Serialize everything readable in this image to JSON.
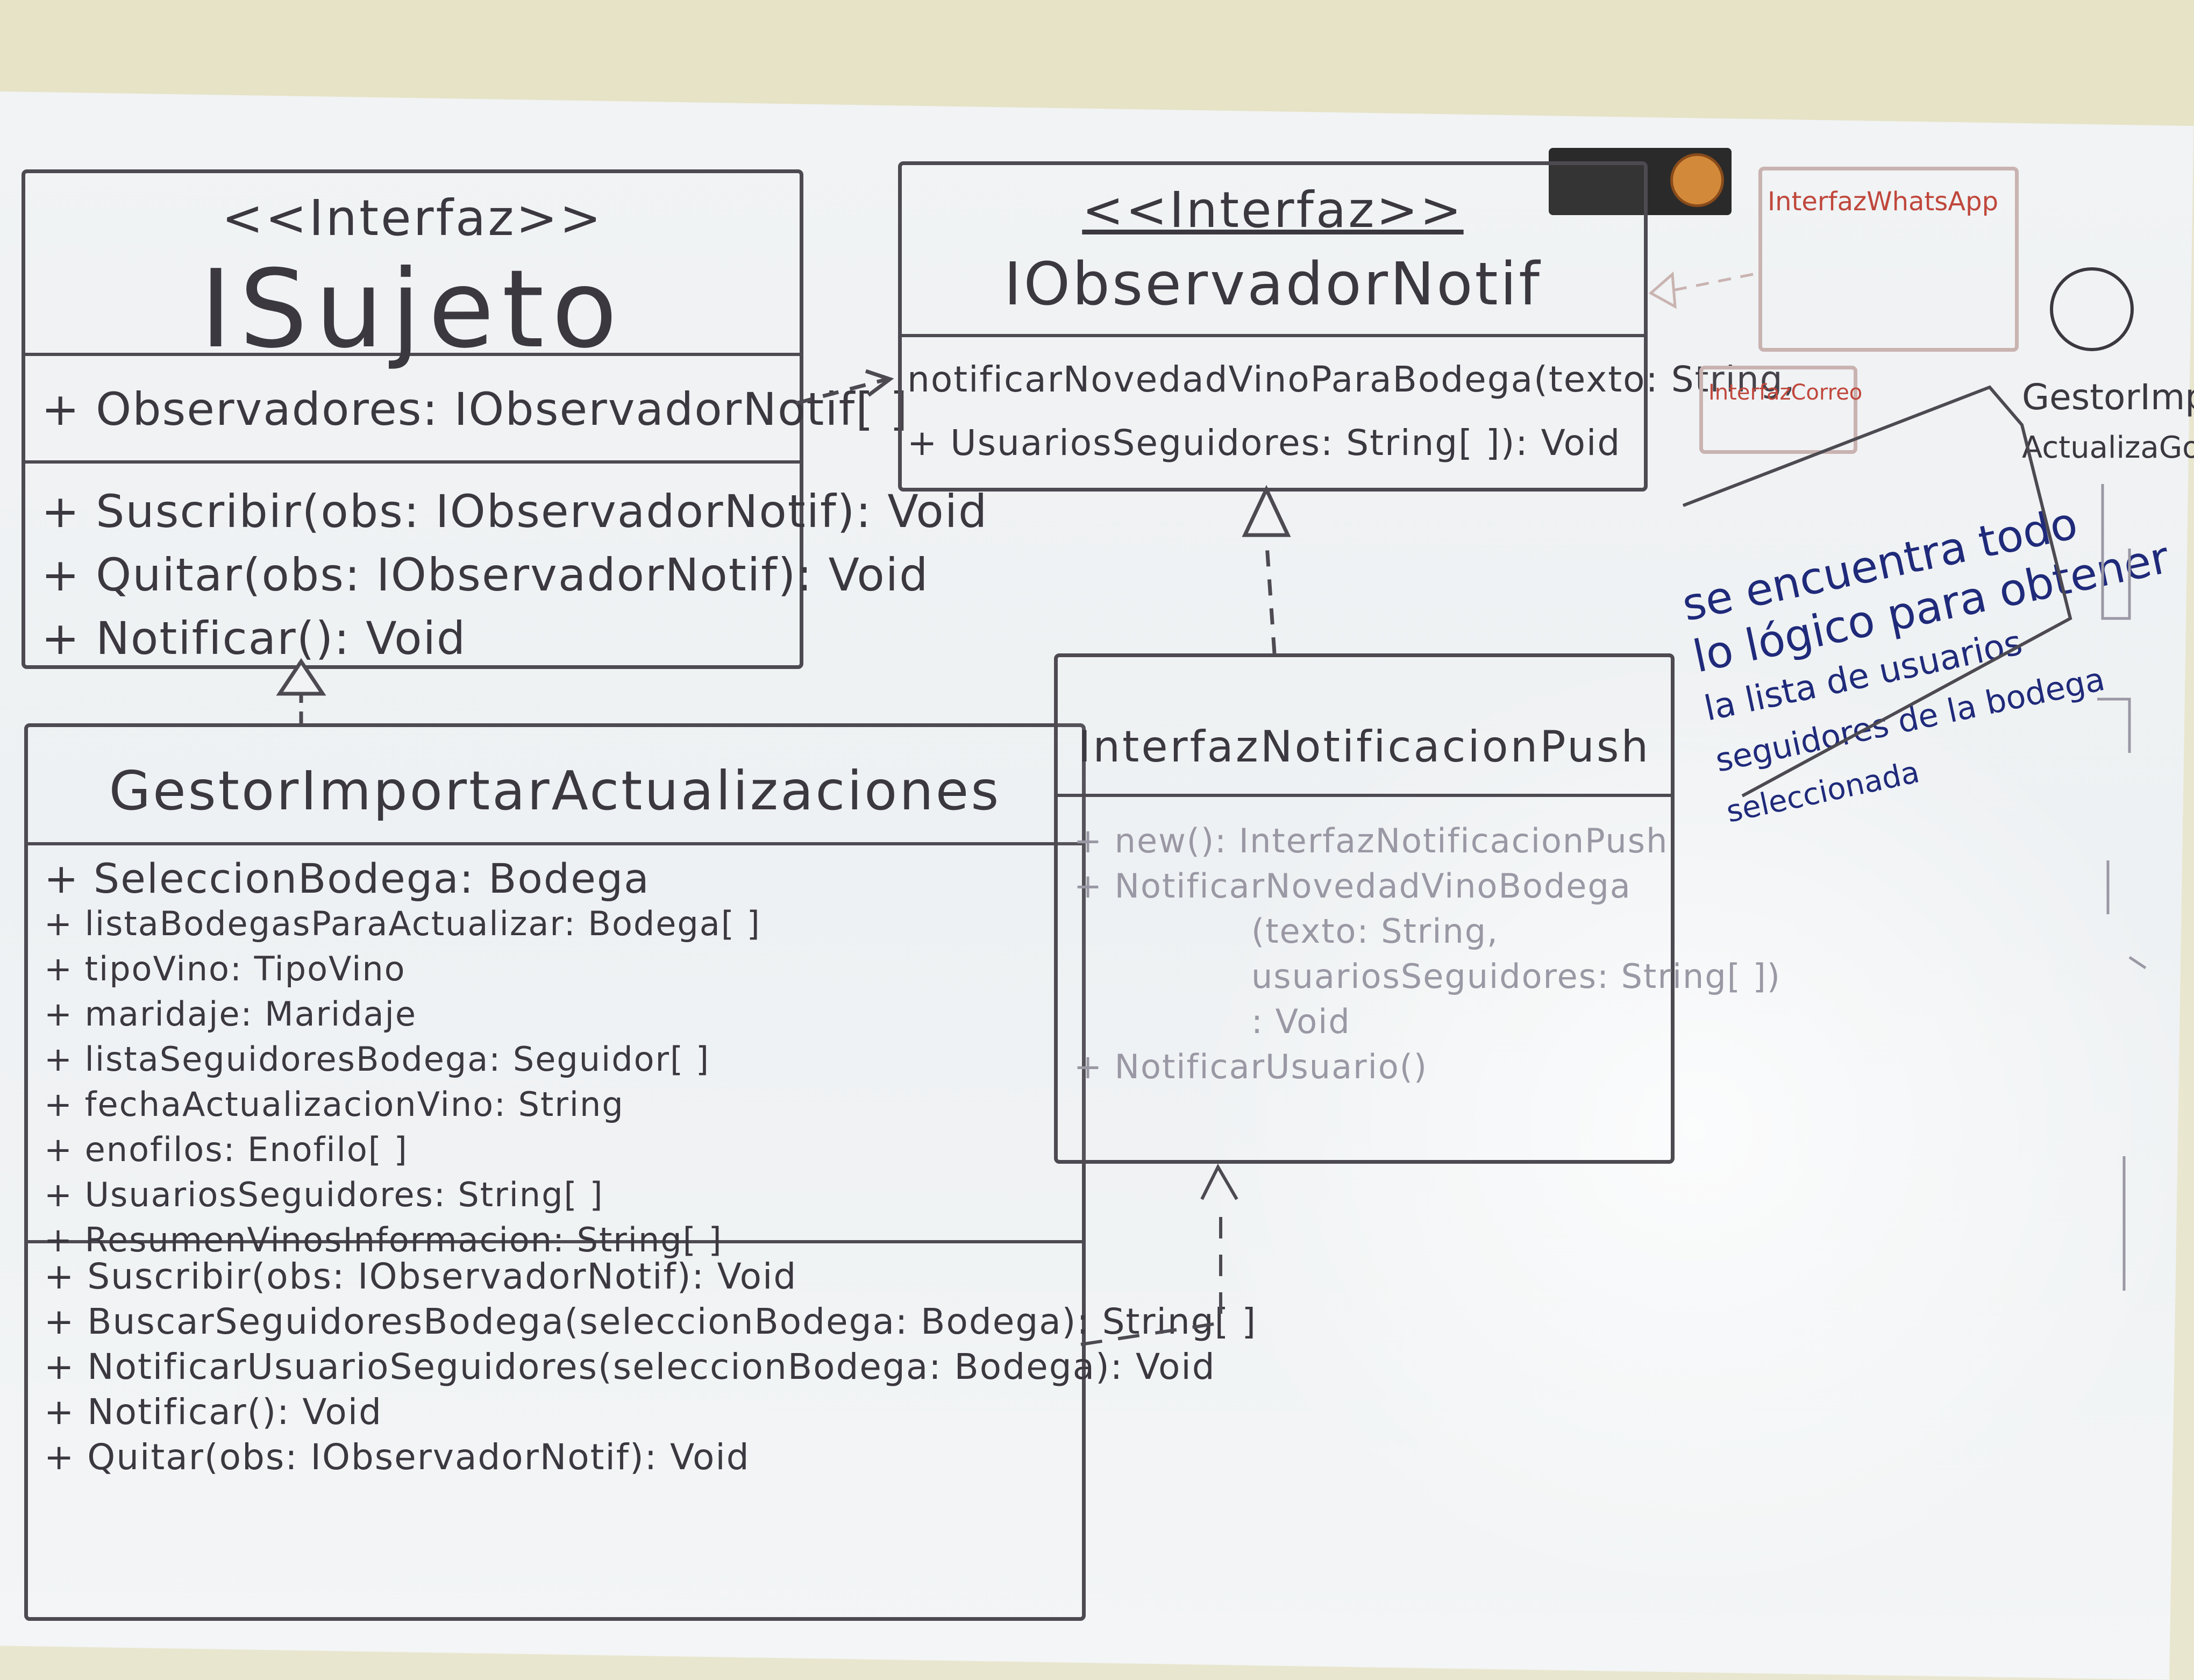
{
  "isujeto": {
    "stereotype": "<<Interfaz>>",
    "name": "ISujeto",
    "attributes": [
      "+ Observadores: IObservadorNotif[ ]"
    ],
    "methods": [
      "+ Suscribir(obs: IObservadorNotif): Void",
      "+ Quitar(obs: IObservadorNotif): Void",
      "+ Notificar(): Void"
    ]
  },
  "iobservador": {
    "stereotype": "<<Interfaz>>",
    "name": "IObservadorNotif",
    "methods": [
      "notificarNovedadVinoParaBodega(texto: String,",
      "+ UsuariosSeguidores: String[ ]): Void"
    ]
  },
  "gestor": {
    "name": "GestorImportarActualizaciones",
    "attributes": [
      "+ SeleccionBodega: Bodega",
      "+ listaBodegasParaActualizar: Bodega[ ]",
      "+ tipoVino: TipoVino",
      "+ maridaje: Maridaje",
      "+ listaSeguidoresBodega: Seguidor[ ]",
      "+ fechaActualizacionVino: String",
      "+ enofilos: Enofilo[ ]",
      "+ UsuariosSeguidores: String[ ]",
      "+ ResumenVinosInformacion: String[ ]"
    ],
    "methods": [
      "+ Suscribir(obs: IObservadorNotif): Void",
      "+ BuscarSeguidoresBodega(seleccionBodega: Bodega): String[ ]",
      "+ NotificarUsuarioSeguidores(seleccionBodega: Bodega): Void",
      "+ Notificar(): Void",
      "+ Quitar(obs: IObservadorNotif): Void"
    ]
  },
  "interfaz": {
    "name": "InterfazNotificacionPush",
    "methods": [
      "+ new(): InterfazNotificacionPush",
      "+ NotificarNovedadVinoBodega",
      "(texto: String,",
      "usuariosSeguidores: String[ ])",
      ": Void",
      "+ NotificarUsuario()"
    ]
  },
  "note": {
    "lines": [
      "se encuentra todo",
      "lo lógico para obtener",
      "la lista de usuarios",
      "seguidores de la bodega",
      "seleccionada"
    ]
  },
  "side_labels": [
    "GestorImp",
    "ActualizaGo"
  ],
  "small_boxes": [
    "InterfazWhatsApp",
    "InterfazCorreo"
  ],
  "colors": {
    "marker": "#3b3840",
    "note_ink": "#1f2a7a",
    "red_ink": "#c0473c"
  }
}
